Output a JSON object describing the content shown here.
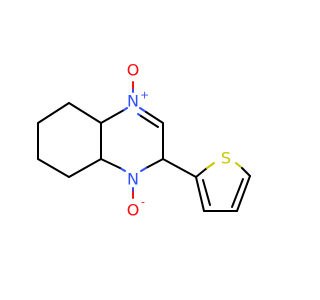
{
  "molecule": {
    "atoms": {
      "o_top": {
        "symbol": "O",
        "color": "#ff0d0d"
      },
      "n_top": {
        "symbol": "N",
        "charge": "+",
        "color": "#3050f8"
      },
      "n_bottom": {
        "symbol": "N",
        "color": "#3050f8"
      },
      "o_bottom": {
        "symbol": "O",
        "charge": "-",
        "color": "#ff0d0d"
      },
      "s": {
        "symbol": "S",
        "color": "#c8c800"
      }
    }
  }
}
